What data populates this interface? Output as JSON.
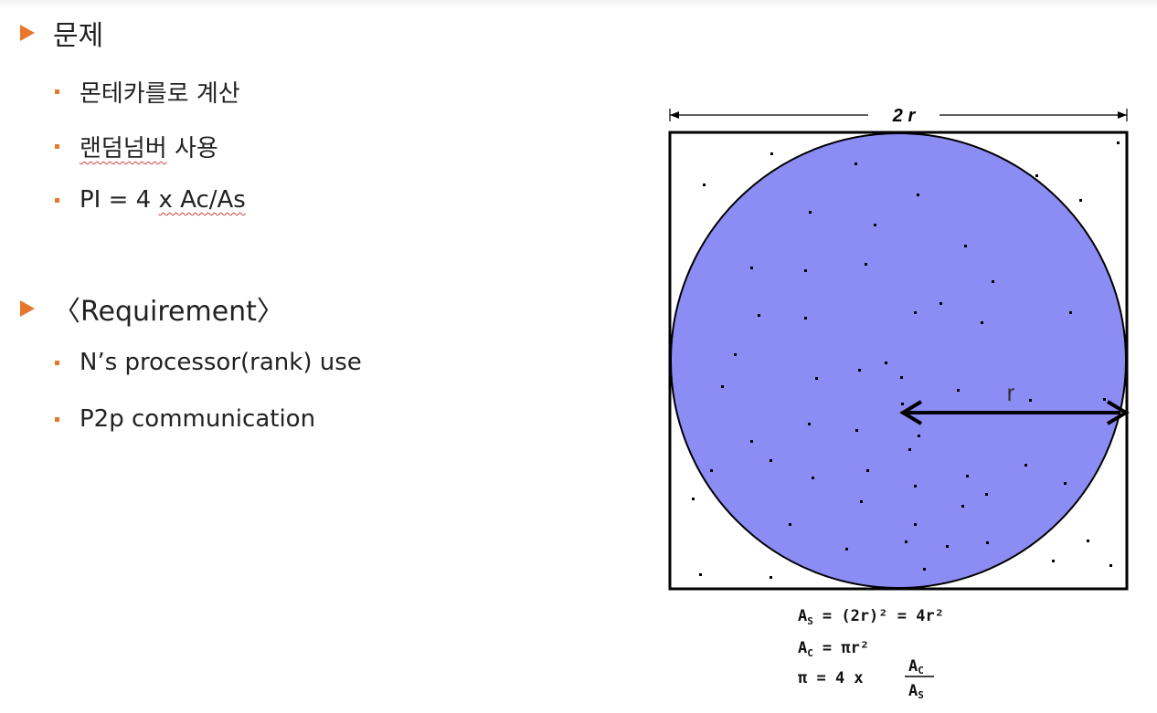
{
  "sections": [
    {
      "title": "문제",
      "items": [
        {
          "text": "몬테카를로 계산",
          "squiggle": ""
        },
        {
          "text": " 사용",
          "squiggle": "랜덤넘버"
        },
        {
          "text": "PI = 4 ",
          "squiggle": "x Ac/As"
        }
      ]
    },
    {
      "title": "〈Requirement〉",
      "items": [
        {
          "text": "N’s processor(rank) use"
        },
        {
          "text": "P2p communication"
        }
      ]
    }
  ],
  "figure": {
    "width_label": "2 r",
    "radius_label": "r",
    "formulas": {
      "as_lhs": "A",
      "as_sub": "S",
      "as_rhs": "= (2r)² = 4r²",
      "ac_lhs": "A",
      "ac_sub": "C",
      "ac_rhs": "= πr²",
      "pi_lhs": "π = 4 x",
      "num": "A",
      "num_sub": "C",
      "den": "A",
      "den_sub": "S"
    },
    "colors": {
      "circle": "#8c8cf5",
      "accent": "#e8762b"
    }
  }
}
